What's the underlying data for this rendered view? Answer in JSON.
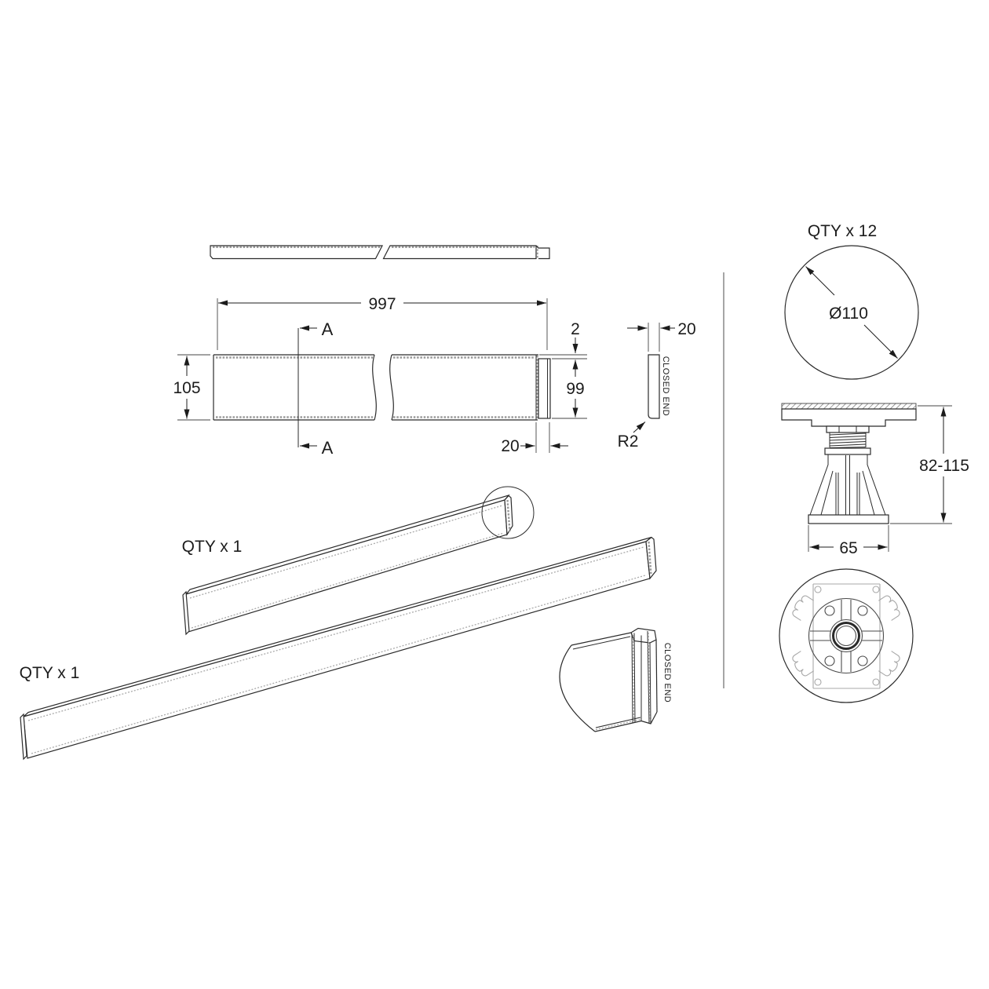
{
  "views": {
    "front": {
      "length": "997",
      "height": "105",
      "end_height": "99",
      "step": "2",
      "end_length": "20",
      "section": "A"
    },
    "end_profile": {
      "width": "20",
      "radius": "R2",
      "note": "CLOSED END"
    },
    "leg": {
      "qty": "QTY x 12",
      "diameter": "Ø110",
      "height_range": "82-115",
      "base_width": "65"
    },
    "iso_panel_top": {
      "qty": "QTY x 1"
    },
    "iso_panel_bottom": {
      "qty": "QTY x 1"
    },
    "end_detail": {
      "note": "CLOSED END"
    }
  },
  "colors": {
    "line": "#2b2b2b",
    "texture": "#9a9a9a",
    "divider": "#808080",
    "background": "#ffffff"
  }
}
